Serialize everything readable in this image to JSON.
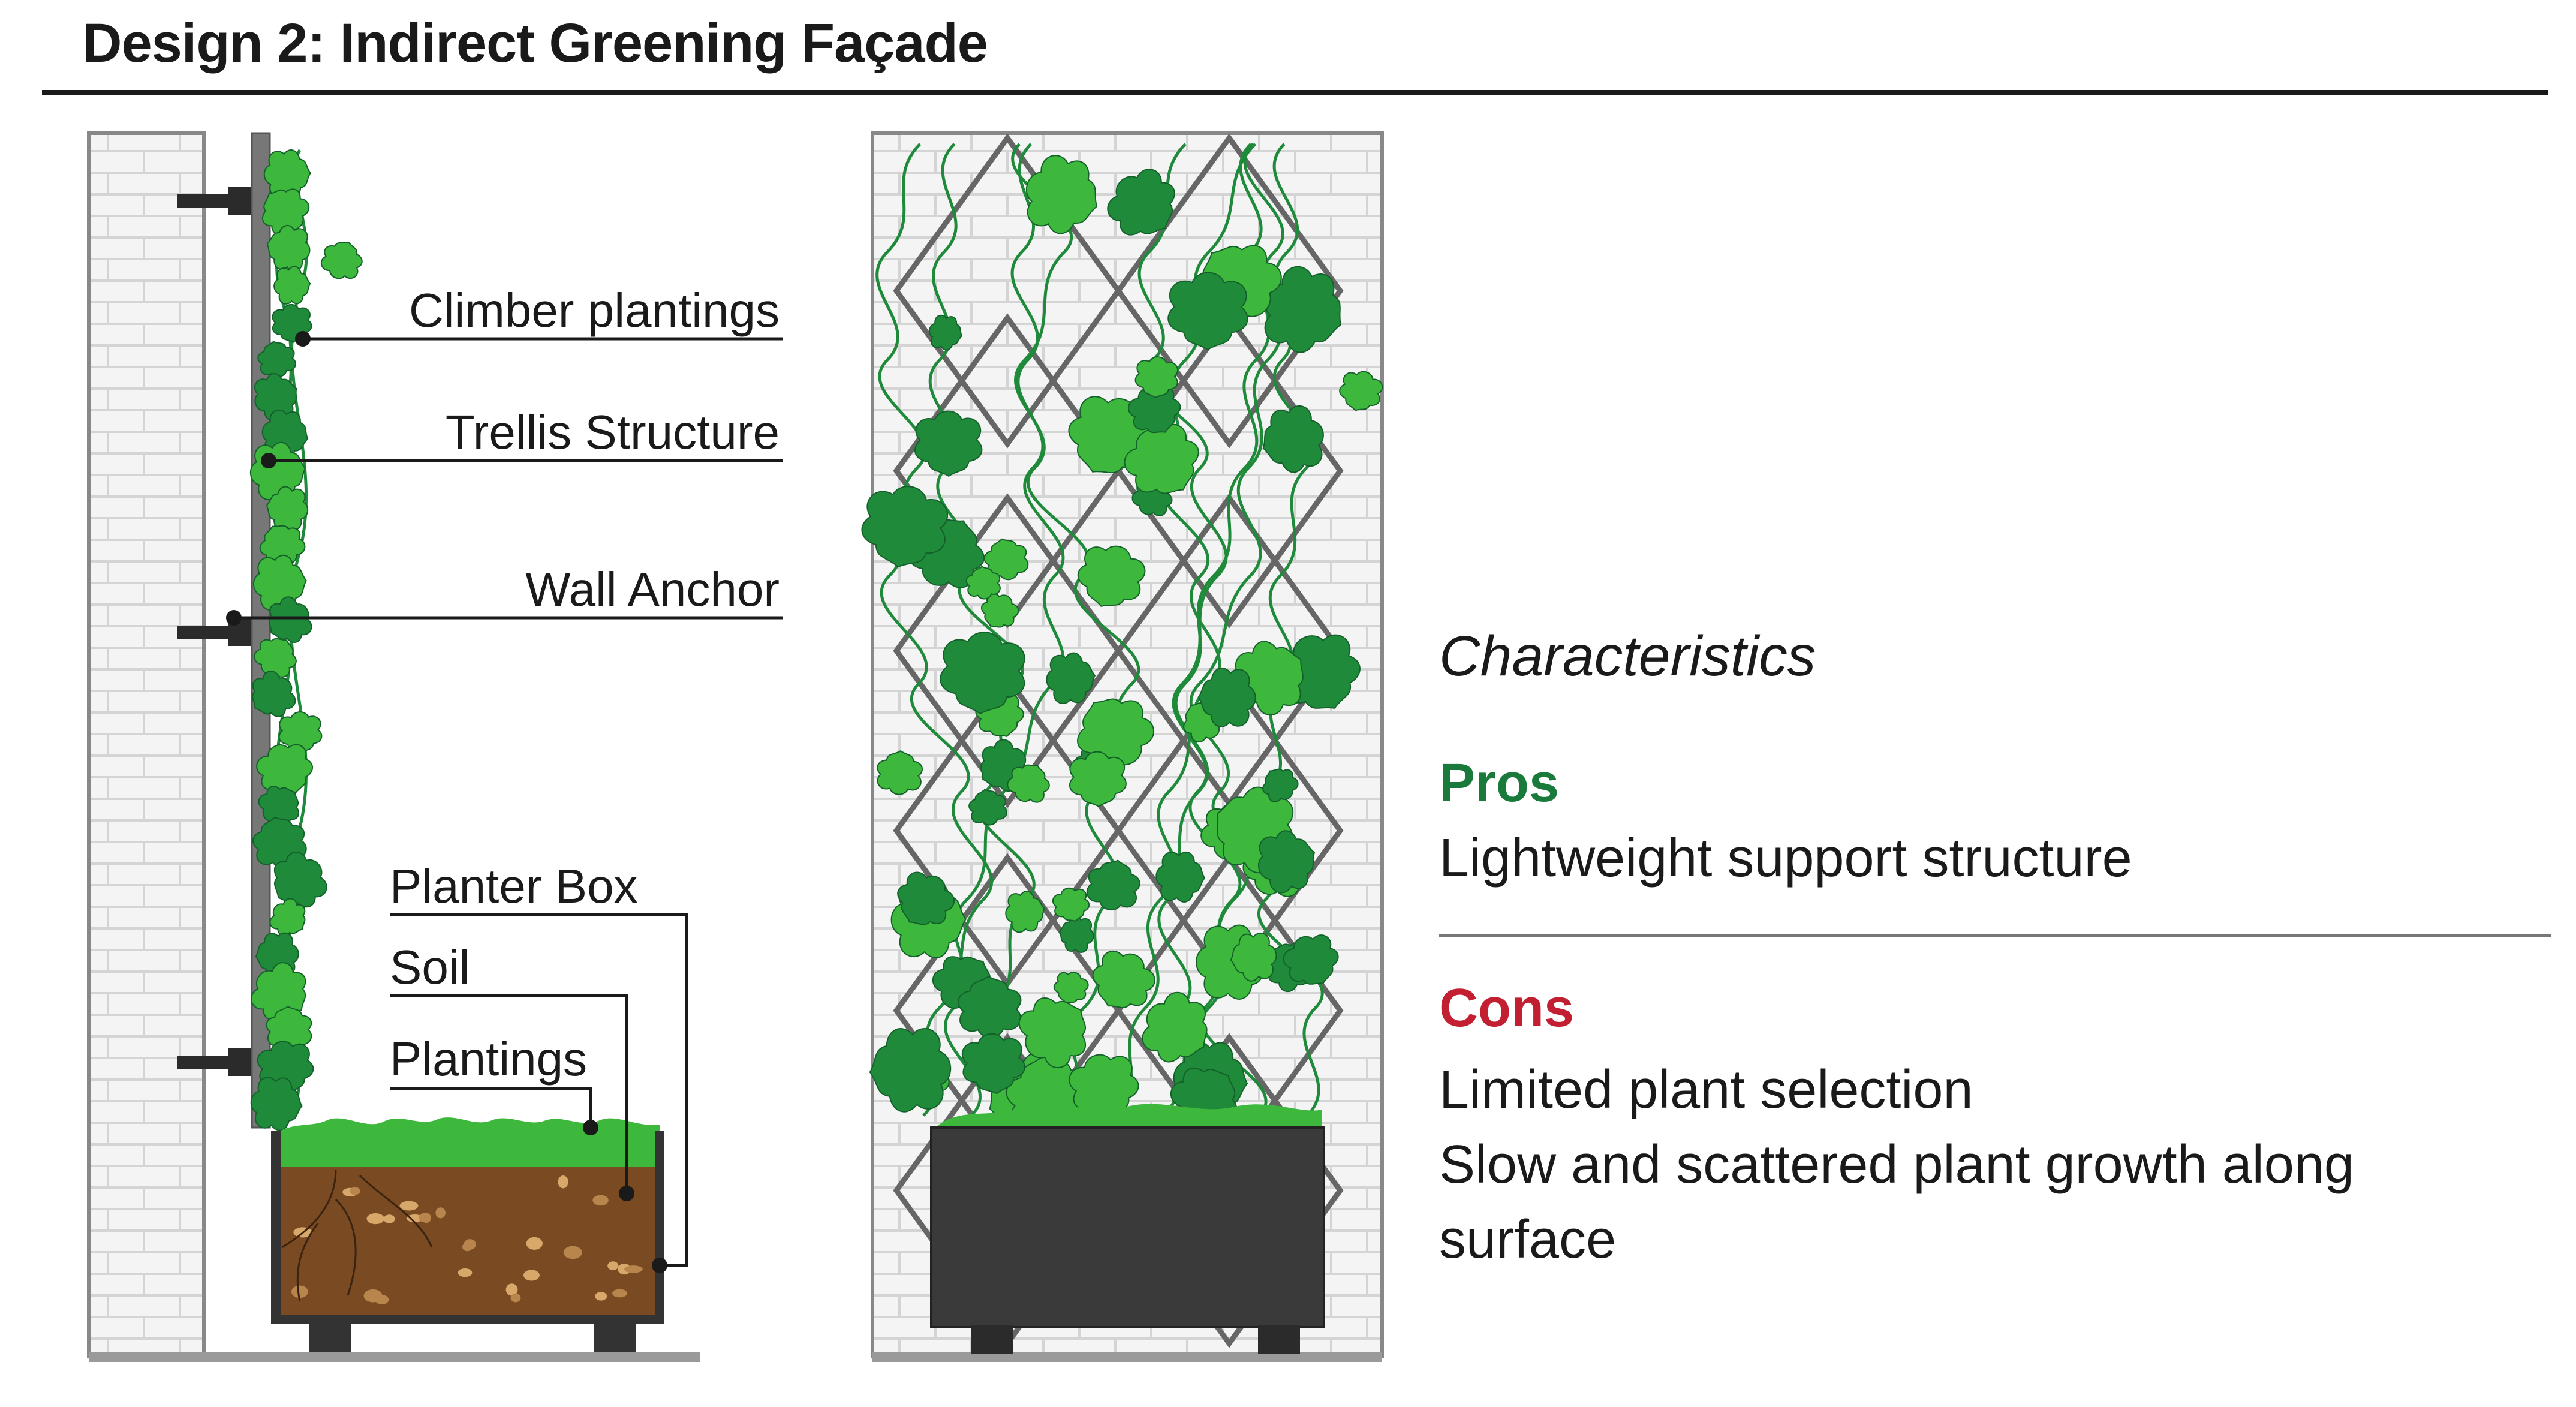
{
  "title": "Design 2: Indirect Greening Façade",
  "diagram": {
    "labels": {
      "climber_plantings": "Climber plantings",
      "trellis_structure": "Trellis Structure",
      "wall_anchor": "Wall Anchor",
      "planter_box": "Planter Box",
      "soil": "Soil",
      "plantings": "Plantings"
    }
  },
  "characteristics": {
    "heading": "Characteristics",
    "pros_label": "Pros",
    "pros": [
      "Lightweight support structure"
    ],
    "cons_label": "Cons",
    "cons": [
      "Limited plant selection",
      "Slow and scattered plant growth along",
      "surface"
    ]
  },
  "colors": {
    "pros": "#1a7a3c",
    "cons": "#c21f32",
    "leaf_light": "#3db83d",
    "leaf_dark": "#1e8a3a",
    "soil": "#7a4a22",
    "planter": "#3a3a3a",
    "trellis": "#666666",
    "brick_wall": "#f4f4f4"
  }
}
